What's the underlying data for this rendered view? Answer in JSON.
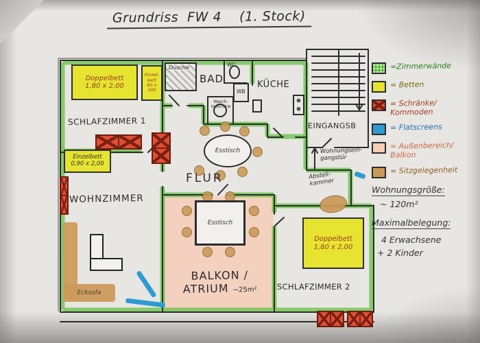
{
  "title": "Grundriss  FW 4    (1. Stock)",
  "plan": {
    "rooms": {
      "schlafzimmer1": "SCHLAFZIMMER 1",
      "bad": "BAD",
      "kueche": "KÜCHE",
      "eingang": "EINGANGSB",
      "flur": "FLUR",
      "wohnzimmer": "WOHNZIMMER",
      "balkon_line1": "BALKON /",
      "balkon_line2": "ATRIUM",
      "balkon_area": "~25m²",
      "schlafzimmer2": "SCHLAFZIMMER 2",
      "abstellkammer": "Abstell-\nkammer"
    },
    "furniture": {
      "doppelbett1": "Doppelbett\n1,80 x 2,00",
      "einzelbett_klein": "Einzel-\nbett\n90 x 200",
      "einzelbett": "Einzelbett\n0,90 x 2,00",
      "doppelbett2": "Doppelbett\n1,80 x 2,00",
      "ecksofa": "Ecksofa",
      "esstisch_flur": "Esstisch",
      "esstisch_balkon": "Esstisch",
      "dusche": "Dusche",
      "wc": "WC",
      "wb": "WB",
      "waschmaschine": "Wasch-\nmaschine"
    },
    "annotations": {
      "eingangstuer": "Wohnungsein-\ngangstür"
    }
  },
  "legend": {
    "items": [
      {
        "label": "=Zimmerwände",
        "swatch_color": "#5ec13e",
        "label_color": "#2e7d1e"
      },
      {
        "label": "= Betten",
        "swatch_color": "#e6e431",
        "label_color": "#6f6e0c"
      },
      {
        "label": "= Schränke/\nKommoden",
        "swatch_color": "#e14e35",
        "label_color": "#a63a20"
      },
      {
        "label": "= Flatscreens",
        "swatch_color": "#2f9ad2",
        "label_color": "#2470ad"
      },
      {
        "label": "= Außenbereich/\nBalkon",
        "swatch_color": "#f6cdb9",
        "label_color": "#c96a4a"
      },
      {
        "label": "= Sitzgelegenheit",
        "swatch_color": "#cc9a58",
        "label_color": "#8f5f26"
      }
    ],
    "size_label": "Wohnungsgröße:",
    "size_value": "~ 120m²",
    "occupancy_label": "Maximalbelegung:",
    "occupancy_line1": "4 Erwachsene",
    "occupancy_line2": "+ 2 Kinder"
  },
  "colors": {
    "wall_highlight": "#5ec13e",
    "bed": "#e6e431",
    "dresser": "#e14e35",
    "flatscreen": "#2f9ad2",
    "balcony_fill": "#f6cdb9",
    "seating": "#cc9a58",
    "ink": "#2c2c2c",
    "paper": "#e8e6e2"
  }
}
